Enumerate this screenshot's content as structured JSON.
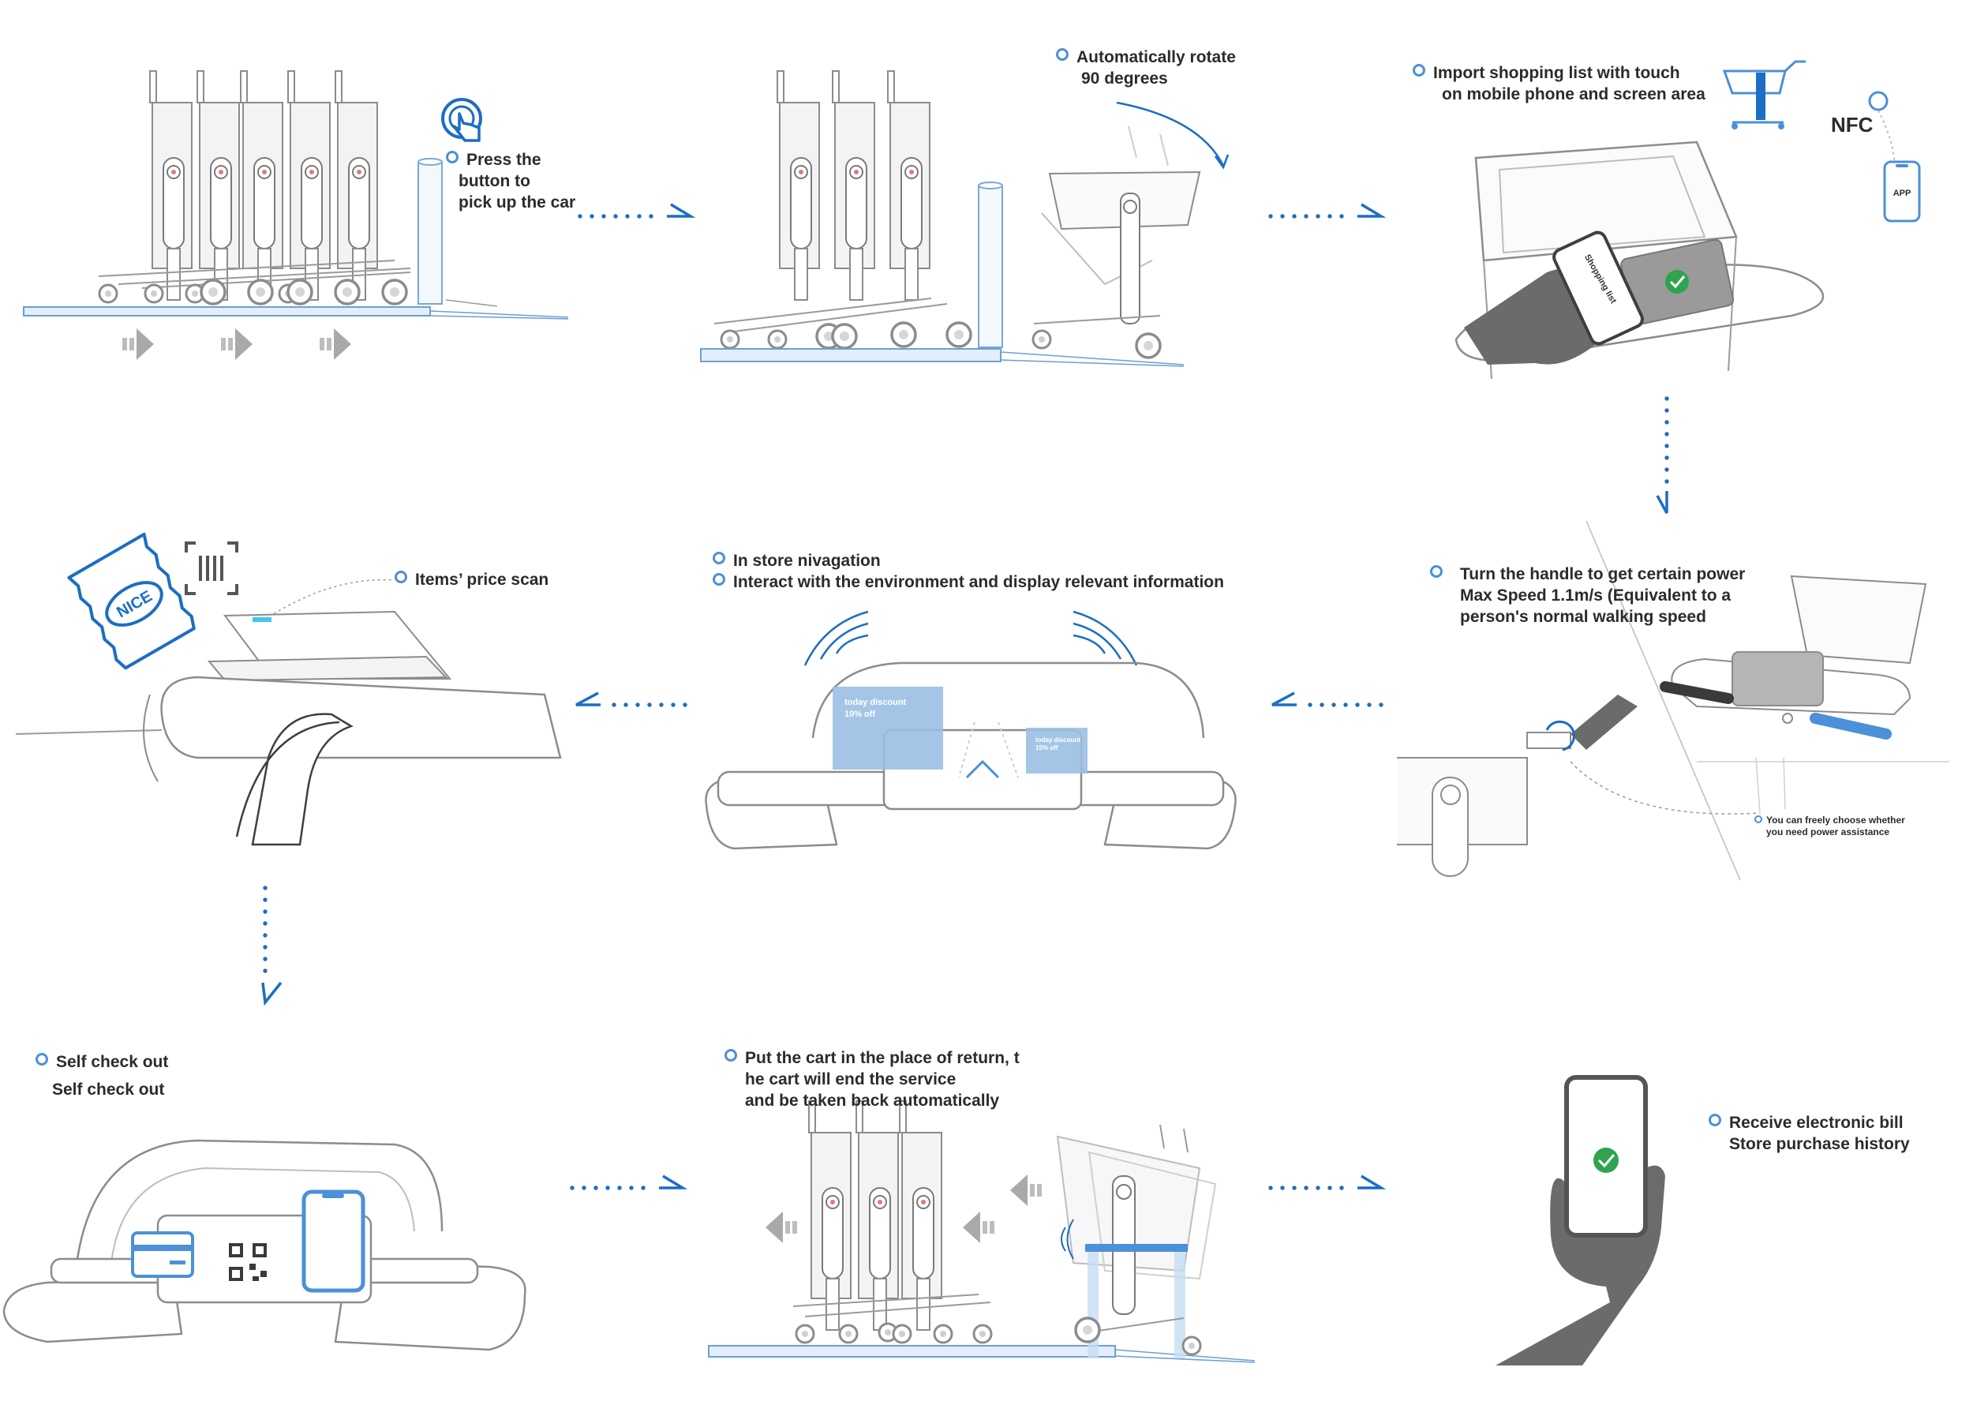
{
  "steps": [
    {
      "id": "pick-up",
      "lines": [
        "Press the",
        "button to",
        "pick up the car"
      ]
    },
    {
      "id": "rotate",
      "lines": [
        "Automatically rotate",
        "90 degrees"
      ]
    },
    {
      "id": "import-list",
      "lines": [
        "Import shopping list with touch",
        "on mobile phone and screen area"
      ]
    },
    {
      "id": "power",
      "lines": [
        "Turn the handle to get certain power",
        "Max Speed 1.1m/s (Equivalent to a",
        "person's normal walking speed"
      ]
    },
    {
      "id": "navigation",
      "lines": [
        "In store nivagation",
        "Interact with the environment and display relevant information"
      ]
    },
    {
      "id": "price-scan",
      "lines": [
        "Items’ price scan"
      ]
    },
    {
      "id": "checkout",
      "lines": [
        "Self check out",
        "Self check out"
      ]
    },
    {
      "id": "return",
      "lines": [
        "Put the cart in the place of return, t",
        "he cart will end the service",
        "and be taken back automatically"
      ]
    },
    {
      "id": "bill",
      "lines": [
        "Receive electronic bill",
        "Store purchase history"
      ]
    }
  ],
  "labels": {
    "nfc": "NFC",
    "app": "APP",
    "shopping_list": "Shopping list",
    "power_note_1": "You can freely choose whether",
    "power_note_2": "you need power assistance",
    "discount_large_1": "today discount",
    "discount_large_2": "10% off",
    "discount_small_1": "today discount",
    "discount_small_2": "15% off",
    "snack_brand": "NICE"
  },
  "colors": {
    "accent": "#1b6ec2",
    "accent_light": "#4b90d8",
    "panel_blue": "#9bbfe3",
    "line_gray": "#9a9a9a",
    "text": "#2b2b2b",
    "hand_gray": "#6b6b6b"
  }
}
